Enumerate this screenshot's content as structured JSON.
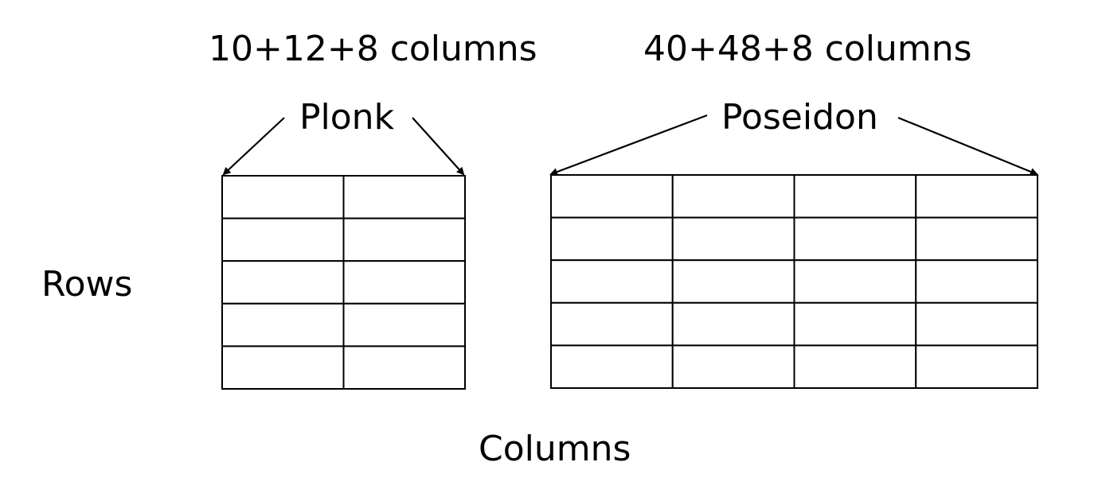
{
  "plonk": {
    "columns_label": "10+12+8 columns",
    "name": "Plonk",
    "grid_rows": 5,
    "grid_cols": 2
  },
  "poseidon": {
    "columns_label": "40+48+8 columns",
    "name": "Poseidon",
    "grid_rows": 5,
    "grid_cols": 4
  },
  "axes": {
    "rows_label": "Rows",
    "columns_label": "Columns"
  },
  "colors": {
    "line": "#000000",
    "background": "#ffffff"
  }
}
